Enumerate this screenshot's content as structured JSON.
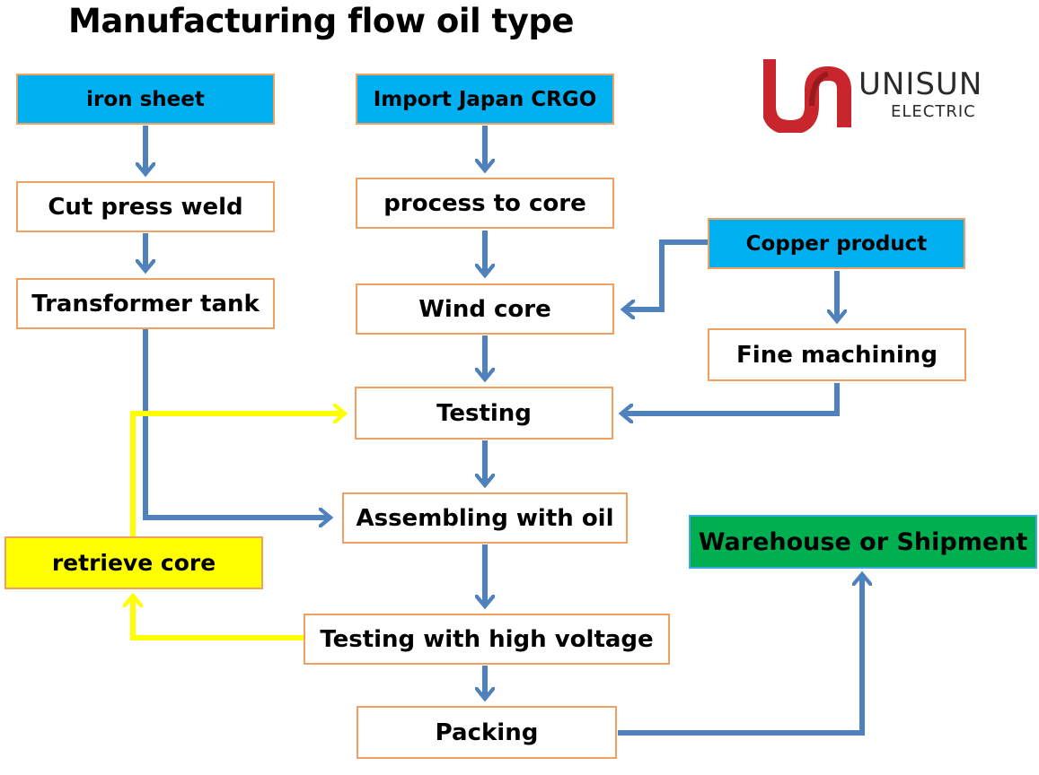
{
  "title": "Manufacturing flow oil type",
  "logo": {
    "brand": "UNISUN",
    "sub": "ELECTRIC",
    "color": "#c8262c"
  },
  "colors": {
    "arrow_blue": "#4f81bd",
    "arrow_yellow": "#ffff00",
    "box_border": "#f0a060",
    "box_blue": "#00b0f0",
    "box_yellow": "#ffff00",
    "box_green": "#00b050"
  },
  "nodes": {
    "iron_sheet": "iron sheet",
    "cut_press_weld": "Cut  press weld",
    "transformer_tank": "Transformer tank",
    "import_crgo": "Import Japan CRGO",
    "process_to_core": "process  to core",
    "wind_core": "Wind core",
    "copper_product": "Copper product",
    "fine_machining": "Fine machining",
    "testing": "Testing",
    "assembling": "Assembling with oil",
    "retrieve_core": "retrieve core",
    "testing_high_voltage": "Testing with high voltage",
    "packing": "Packing",
    "warehouse": "Warehouse or Shipment"
  }
}
